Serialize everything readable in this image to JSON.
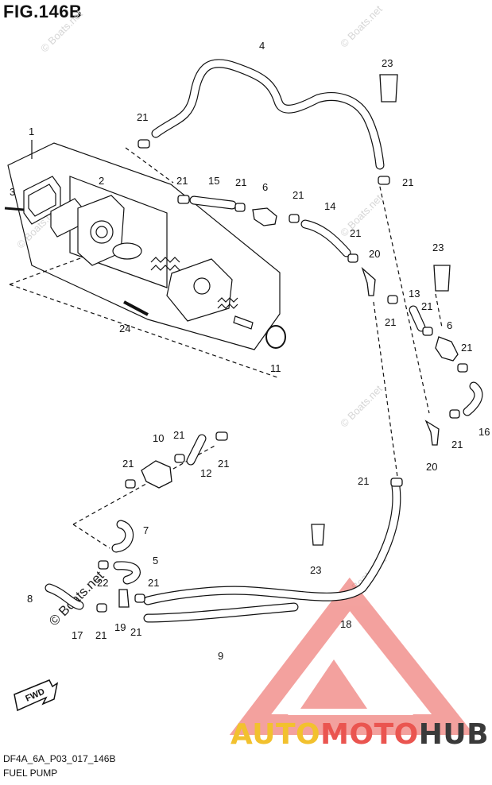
{
  "figure": {
    "title": "FIG.146B",
    "code": "DF4A_6A_P03_017_146B",
    "caption": "FUEL PUMP",
    "direction_arrow": "FWD"
  },
  "watermarks": {
    "text": "© Boats.net"
  },
  "brand": {
    "part1": "AUTO",
    "part2": "MOTO",
    "part3": "HUB",
    "colors": {
      "auto": "#f2c12e",
      "moto": "#ea5550",
      "hub": "#3a3a3a",
      "triangle": "#ea5550"
    }
  },
  "callouts": [
    {
      "id": "c1",
      "label": "1"
    },
    {
      "id": "c2",
      "label": "2"
    },
    {
      "id": "c3",
      "label": "3"
    },
    {
      "id": "c4",
      "label": "4"
    },
    {
      "id": "c5",
      "label": "5"
    },
    {
      "id": "c6a",
      "label": "6"
    },
    {
      "id": "c6b",
      "label": "6"
    },
    {
      "id": "c7",
      "label": "7"
    },
    {
      "id": "c8",
      "label": "8"
    },
    {
      "id": "c9",
      "label": "9"
    },
    {
      "id": "c10",
      "label": "10"
    },
    {
      "id": "c11",
      "label": "11"
    },
    {
      "id": "c12",
      "label": "12"
    },
    {
      "id": "c13",
      "label": "13"
    },
    {
      "id": "c14",
      "label": "14"
    },
    {
      "id": "c15",
      "label": "15"
    },
    {
      "id": "c16",
      "label": "16"
    },
    {
      "id": "c17",
      "label": "17"
    },
    {
      "id": "c18",
      "label": "18"
    },
    {
      "id": "c19",
      "label": "19"
    },
    {
      "id": "c20a",
      "label": "20"
    },
    {
      "id": "c20b",
      "label": "20"
    },
    {
      "id": "c21a",
      "label": "21"
    },
    {
      "id": "c21b",
      "label": "21"
    },
    {
      "id": "c21c",
      "label": "21"
    },
    {
      "id": "c21d",
      "label": "21"
    },
    {
      "id": "c21e",
      "label": "21"
    },
    {
      "id": "c21f",
      "label": "21"
    },
    {
      "id": "c21g",
      "label": "21"
    },
    {
      "id": "c21h",
      "label": "21"
    },
    {
      "id": "c21i",
      "label": "21"
    },
    {
      "id": "c21j",
      "label": "21"
    },
    {
      "id": "c21k",
      "label": "21"
    },
    {
      "id": "c21l",
      "label": "21"
    },
    {
      "id": "c21m",
      "label": "21"
    },
    {
      "id": "c21n",
      "label": "21"
    },
    {
      "id": "c21o",
      "label": "21"
    },
    {
      "id": "c21p",
      "label": "21"
    },
    {
      "id": "c21q",
      "label": "21"
    },
    {
      "id": "c22",
      "label": "22"
    },
    {
      "id": "c23a",
      "label": "23"
    },
    {
      "id": "c23b",
      "label": "23"
    },
    {
      "id": "c23c",
      "label": "23"
    },
    {
      "id": "c24",
      "label": "24"
    }
  ]
}
